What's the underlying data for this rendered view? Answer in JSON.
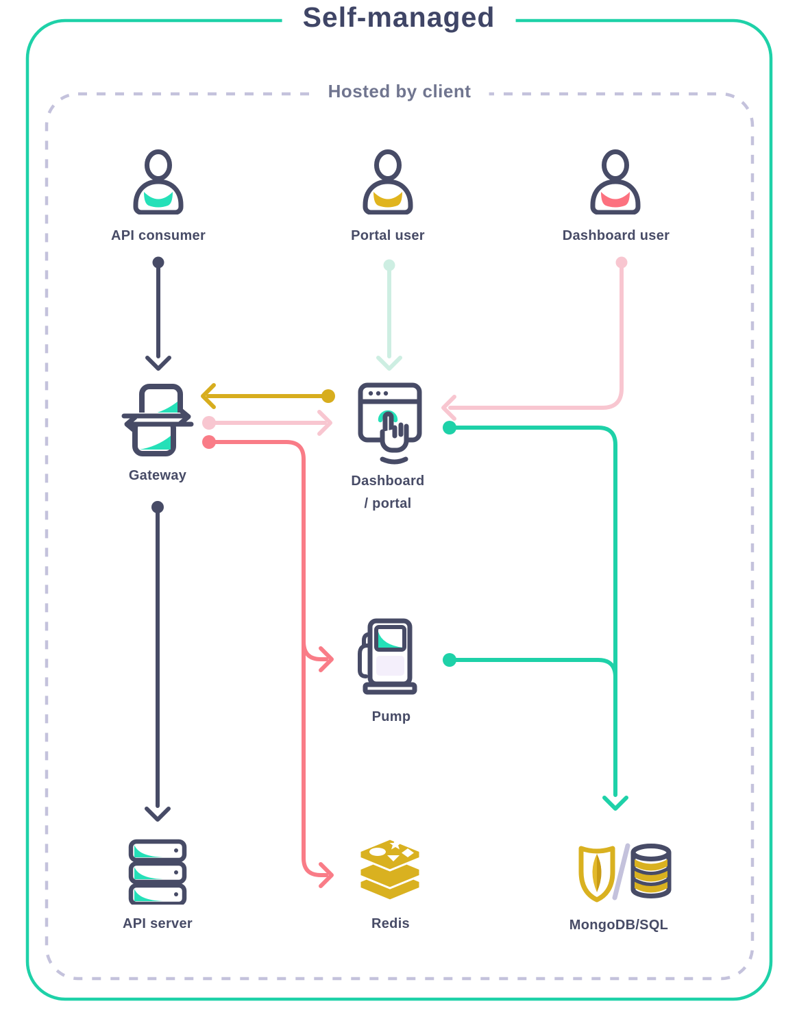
{
  "diagram": {
    "outer_label": "Self-managed",
    "inner_label": "Hosted by client"
  },
  "nodes": {
    "api_consumer": {
      "label": "API consumer",
      "icon": "user-icon",
      "accent": "#25e0b8"
    },
    "portal_user": {
      "label": "Portal user",
      "icon": "user-icon",
      "accent": "#e0b41e"
    },
    "dashboard_user": {
      "label": "Dashboard user",
      "icon": "user-icon",
      "accent": "#fc717f"
    },
    "gateway": {
      "label": "Gateway",
      "icon": "gateway-icon"
    },
    "dashboard_portal": {
      "label_line1": "Dashboard",
      "label_line2": "/ portal",
      "icon": "dashboard-icon"
    },
    "pump": {
      "label": "Pump",
      "icon": "pump-icon"
    },
    "api_server": {
      "label": "API server",
      "icon": "server-icon"
    },
    "redis": {
      "label": "Redis",
      "icon": "redis-icon"
    },
    "mongodb_sql": {
      "label": "MongoDB/SQL",
      "icon": "mongodb-sql-icon"
    }
  },
  "edges": [
    {
      "from": "api-consumer",
      "to": "gateway",
      "color": "#474b66"
    },
    {
      "from": "portal-user",
      "to": "dashboard-portal",
      "color": "#cdeee2"
    },
    {
      "from": "dashboard-user",
      "to": "dashboard-portal",
      "color": "#f8c6d0"
    },
    {
      "from": "dashboard-portal",
      "to": "gateway",
      "color": "#d7ad1e"
    },
    {
      "from": "gateway",
      "to": "dashboard-portal",
      "color": "#f8c6d0"
    },
    {
      "from": "gateway",
      "to": "pump",
      "color": "#f97c87"
    },
    {
      "from": "gateway",
      "to": "redis",
      "color": "#f97c87"
    },
    {
      "from": "dashboard-portal",
      "to": "mongodb-sql",
      "color": "#1ed1a8"
    },
    {
      "from": "pump",
      "to": "mongodb-sql",
      "color": "#1ed1a8"
    },
    {
      "from": "gateway",
      "to": "api-server",
      "color": "#474b66"
    }
  ],
  "colors": {
    "outline": "#474b66",
    "teal": "#1ed1a8",
    "teal-bright": "#25e0b8",
    "mint": "#cdeee2",
    "yellow": "#d7ad1e",
    "pink": "#f8c6d0",
    "salmon": "#f97c87",
    "coral": "#fc717f",
    "lavender": "#c4c2dc",
    "gold": "#d9b120",
    "gold-light": "#e3b92c",
    "panel": "#f4effb",
    "title": "#3f4566",
    "subtitle": "#70758f"
  }
}
